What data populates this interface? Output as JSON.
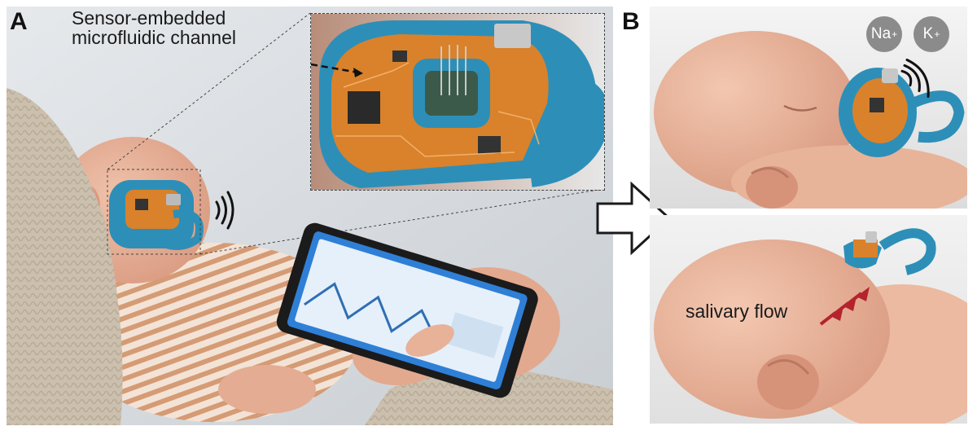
{
  "panel_a": {
    "label": "A",
    "callout": [
      "Sensor-embedded",
      "microfluidic channel"
    ]
  },
  "panel_b": {
    "label": "B",
    "ions": [
      {
        "symbol": "Na",
        "charge": "+"
      },
      {
        "symbol": "K",
        "charge": "+"
      }
    ],
    "flow_label": "salivary flow"
  },
  "colors": {
    "silicone_blue": "#2d8fb8",
    "circuit_orange": "#d9822b",
    "skin": "#e8b49c",
    "background_gray": "#d9dde1",
    "arrow_red": "#b5232c"
  }
}
